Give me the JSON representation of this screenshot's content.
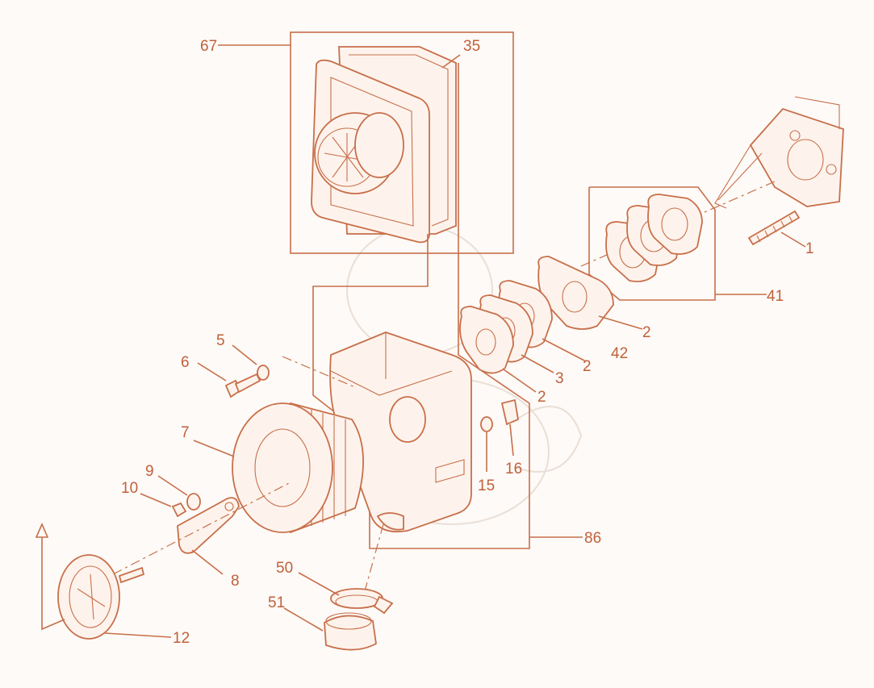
{
  "callouts": {
    "c67": "67",
    "c35": "35",
    "c1": "1",
    "c41": "41",
    "c2a": "2",
    "c42": "42",
    "c2b": "2",
    "c3": "3",
    "c2c": "2",
    "c5": "5",
    "c6": "6",
    "c7": "7",
    "c9": "9",
    "c10": "10",
    "c8": "8",
    "c15": "15",
    "c16": "16",
    "c86": "86",
    "c50": "50",
    "c51": "51",
    "c12": "12"
  },
  "colors": {
    "line": "#c86f4a",
    "label": "#c0603a",
    "background": "#fdfaf7"
  }
}
